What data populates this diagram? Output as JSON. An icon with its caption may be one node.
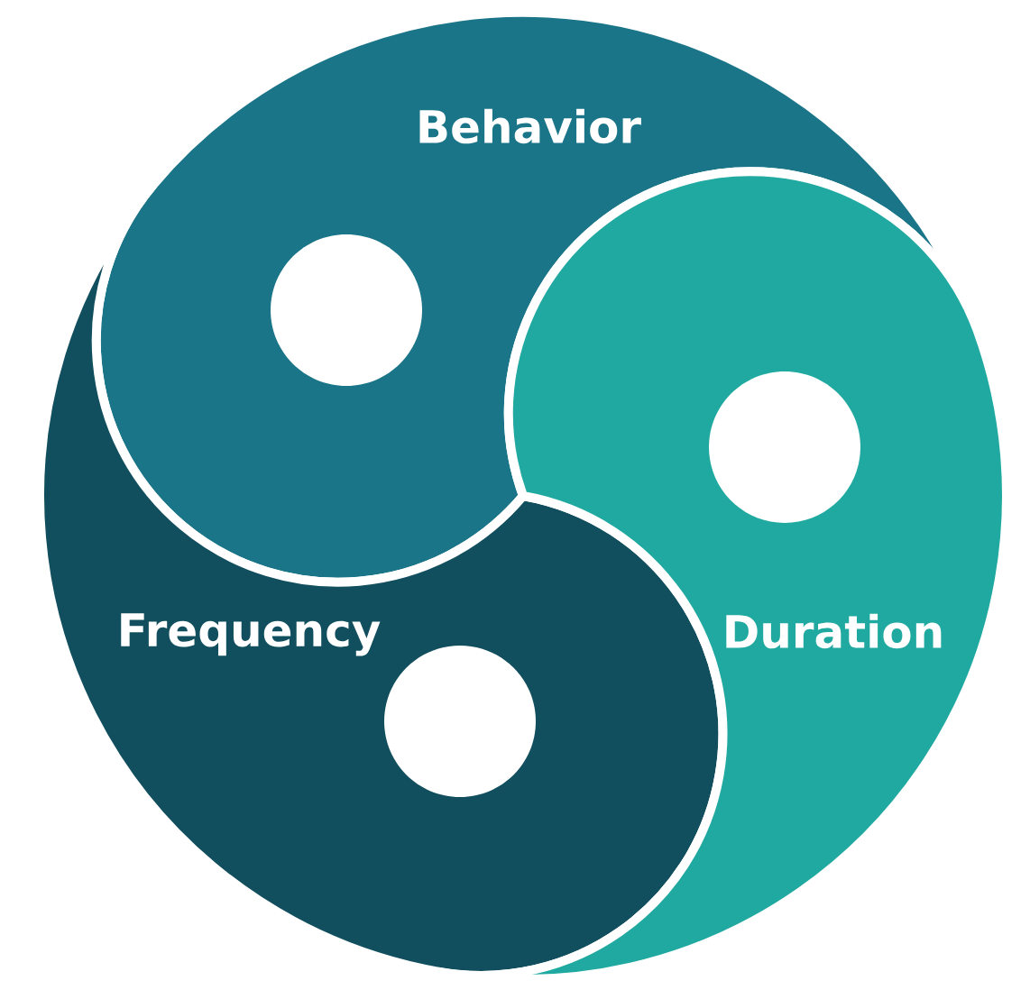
{
  "diagram": {
    "nodes": [
      {
        "text": [
          "Behavior"
        ]
      },
      {
        "text": [],
        "shape": "circle",
        "in": 0
      },
      {
        "text": [
          "Frequency"
        ]
      },
      {
        "text": [],
        "shape": "circle",
        "in": 2
      },
      {
        "text": [
          "Duration"
        ]
      },
      {
        "text": [],
        "shape": "circle",
        "in": 4
      }
    ]
  }
}
